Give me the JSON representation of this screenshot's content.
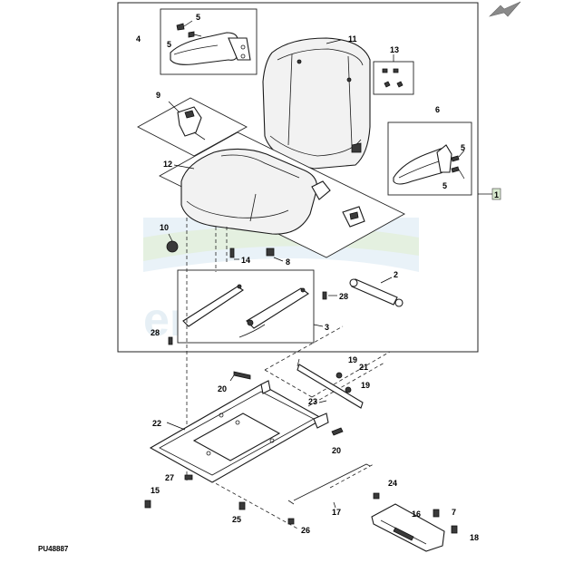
{
  "document": {
    "reference_code": "PU48887"
  },
  "callouts": {
    "c1": "1",
    "c2": "2",
    "c3": "3",
    "c4": "4",
    "c5a": "5",
    "c5b": "5",
    "c5c": "5",
    "c5d": "5",
    "c6": "6",
    "c7": "7",
    "c8": "8",
    "c9": "9",
    "c10": "10",
    "c11": "11",
    "c12": "12",
    "c13": "13",
    "c14": "14",
    "c15": "15",
    "c16": "16",
    "c17": "17",
    "c18": "18",
    "c19a": "19",
    "c19b": "19",
    "c20a": "20",
    "c20b": "20",
    "c21": "21",
    "c22": "22",
    "c23": "23",
    "c24": "24",
    "c25": "25",
    "c26": "26",
    "c27": "27",
    "c28a": "28",
    "c28b": "28"
  },
  "icons": {
    "arrow": "direction-arrow-icon",
    "watermark": "watermark-logo"
  },
  "colors": {
    "callout_1_box": "#d8ead0",
    "arrow": "#8a8a8a"
  }
}
